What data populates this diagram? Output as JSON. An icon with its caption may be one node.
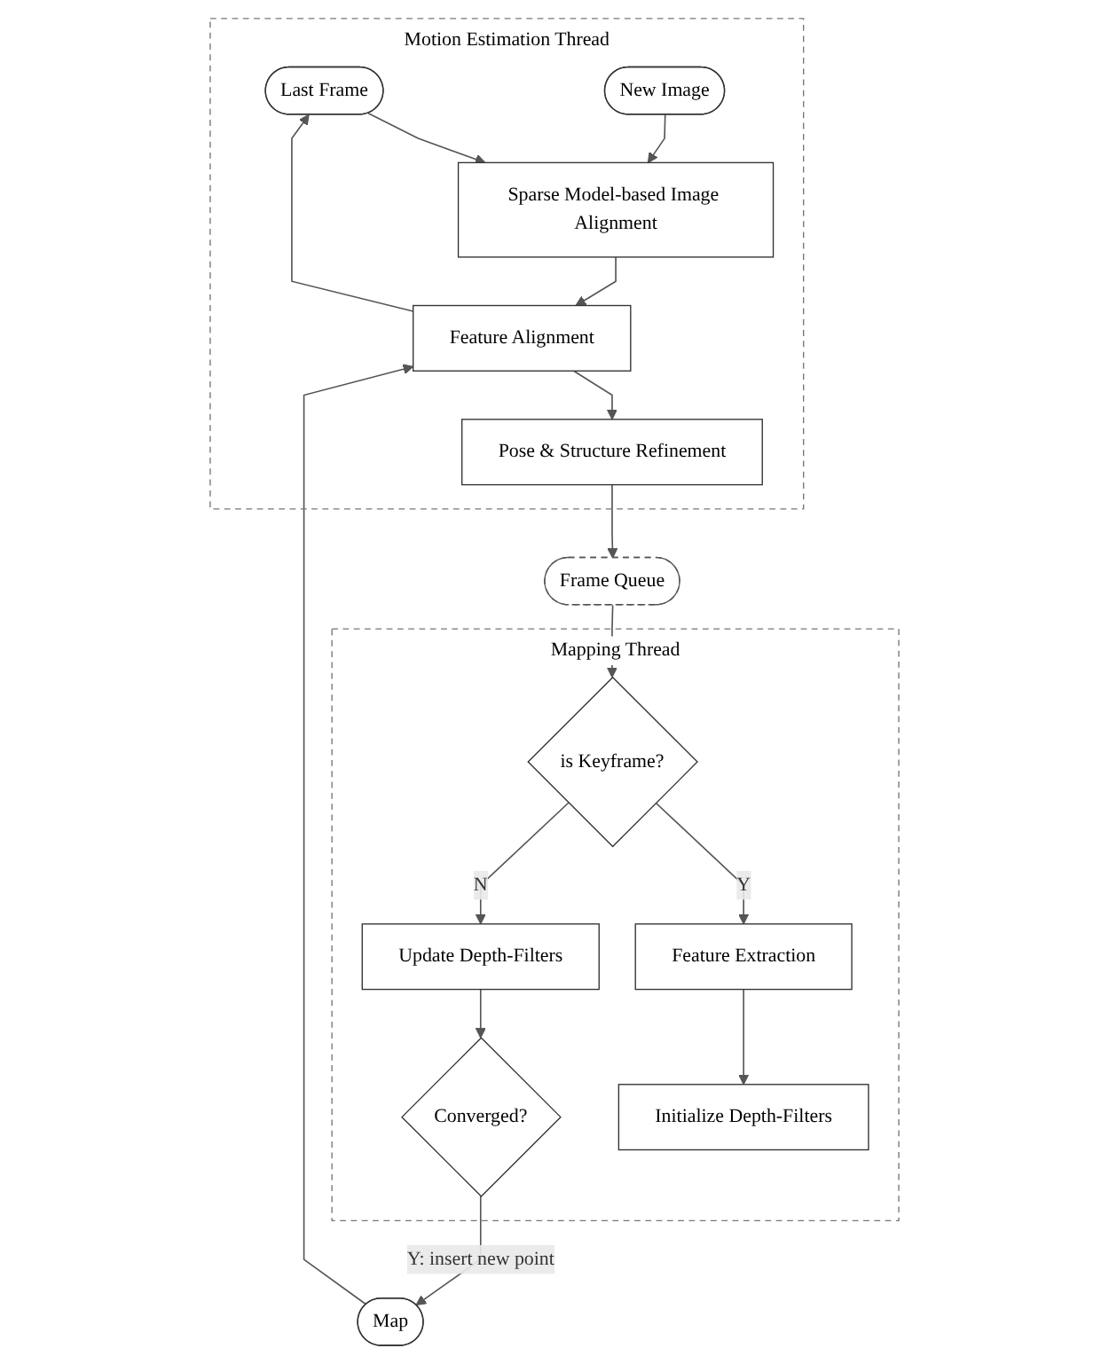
{
  "diagram": {
    "nodes": [
      {
        "text": [
          "Motion Estimation Thread"
        ]
      },
      {
        "text": [
          "Last Frame"
        ],
        "in": 0
      },
      {
        "text": [
          "New Image"
        ],
        "in": 0
      },
      {
        "text": [
          "Sparse Model-based Image Alignment"
        ],
        "in": 0
      },
      {
        "text": [
          "Feature Alignment"
        ],
        "in": 0
      },
      {
        "text": [
          "Pose & Structure Refinement"
        ],
        "in": 0
      },
      {
        "text": [
          "Map"
        ]
      },
      {
        "text": [
          "Mapping Thread"
        ]
      },
      {
        "text": [
          "Frame Queue"
        ]
      },
      {
        "text": [
          "is Keyframe?"
        ],
        "in": 7
      },
      {
        "text": [
          "Feature Extraction"
        ],
        "in": 7
      },
      {
        "text": [
          "Update Depth-Filters"
        ],
        "in": 7
      },
      {
        "text": [
          "Initialize Depth-Filters"
        ],
        "in": 7
      },
      {
        "text": [
          "Converged?"
        ],
        "in": 7
      }
    ],
    "edges": [
      {
        "from": 1,
        "to": 3,
        "arrow": "to"
      },
      {
        "from": 2,
        "to": 3,
        "arrow": "to"
      },
      {
        "from": 3,
        "to": 4,
        "arrow": "to"
      },
      {
        "from": 4,
        "to": 1,
        "arrow": "to"
      },
      {
        "from": 6,
        "to": 4,
        "arrow": "to"
      },
      {
        "from": 4,
        "to": 5,
        "arrow": "to"
      },
      {
        "from": 5,
        "to": 8,
        "arrow": "to"
      },
      {
        "from": 8,
        "to": 9,
        "arrow": "to"
      },
      {
        "from": 9,
        "to": 10,
        "label": "Y",
        "arrow": "to"
      },
      {
        "from": 9,
        "to": 11,
        "label": "N",
        "arrow": "to"
      },
      {
        "from": 10,
        "to": 12,
        "arrow": "to"
      },
      {
        "from": 11,
        "to": 13,
        "arrow": "to"
      },
      {
        "from": 13,
        "to": 6,
        "label": "Y: insert new point",
        "arrow": "to"
      }
    ]
  }
}
